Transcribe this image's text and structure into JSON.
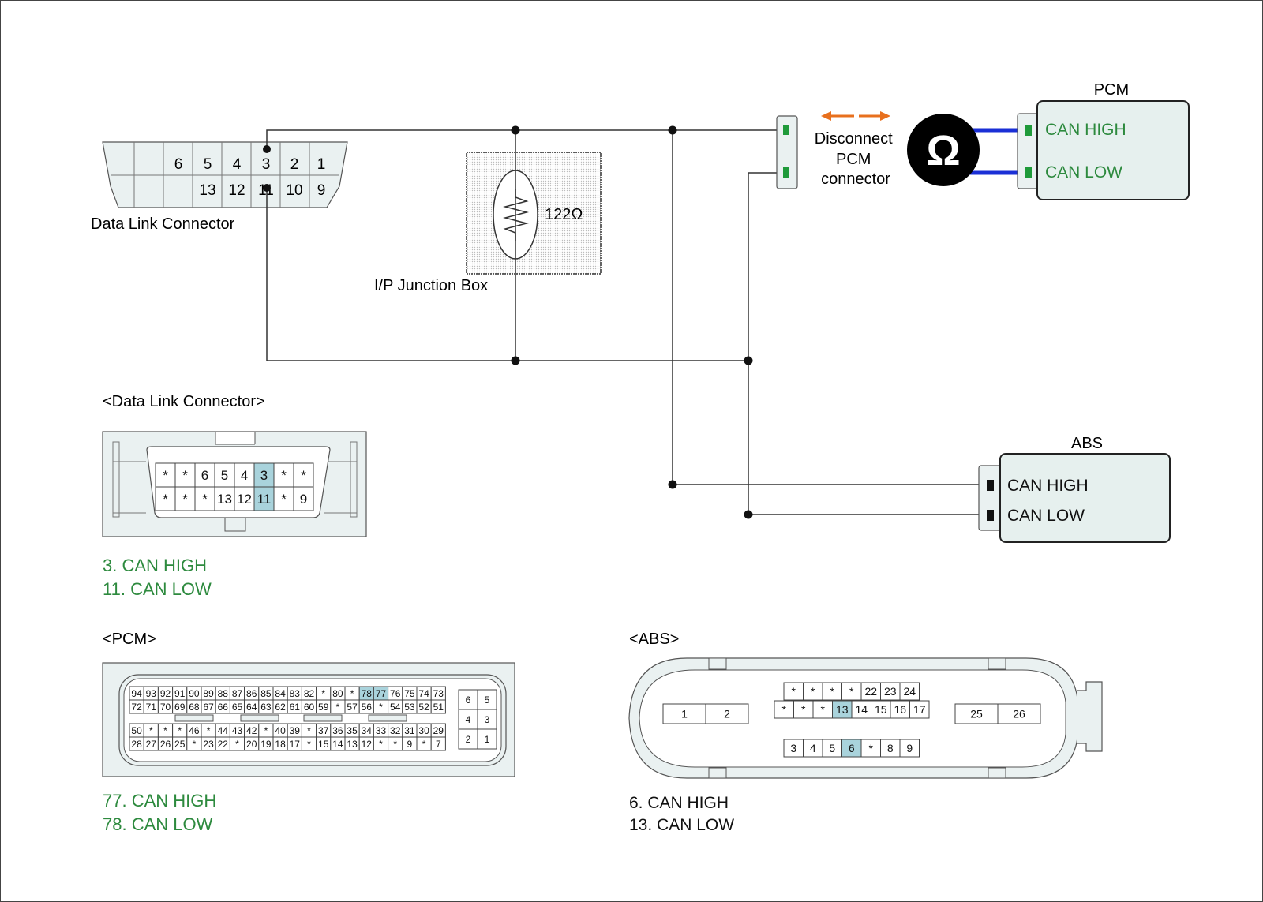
{
  "main_diagram": {
    "dlc_label": "Data Link Connector",
    "dlc_top_pins": [
      "6",
      "5",
      "4",
      "3",
      "2",
      "1"
    ],
    "dlc_bottom_pins": [
      "13",
      "12",
      "11",
      "10",
      "9"
    ],
    "junction_label": "I/P Junction Box",
    "resistor_label": "122Ω",
    "disconnect_label": [
      "Disconnect",
      "PCM",
      "connector"
    ],
    "ohm_symbol": "Ω",
    "pcm_title": "PCM",
    "pcm_pins": [
      "CAN HIGH",
      "CAN LOW"
    ],
    "abs_title": "ABS",
    "abs_pins": [
      "CAN HIGH",
      "CAN LOW"
    ]
  },
  "dlc_view": {
    "title": "<Data Link Connector>",
    "top_row": [
      "*",
      "*",
      "6",
      "5",
      "4",
      "3",
      "*",
      "*"
    ],
    "bottom_row": [
      "*",
      "*",
      "*",
      "13",
      "12",
      "11",
      "*",
      "9"
    ],
    "highlighted": [
      "3",
      "11"
    ],
    "legend": [
      "3. CAN HIGH",
      "11. CAN LOW"
    ]
  },
  "pcm_view": {
    "title": "<PCM>",
    "row1": [
      "94",
      "93",
      "92",
      "91",
      "90",
      "89",
      "88",
      "87",
      "86",
      "85",
      "84",
      "83",
      "82",
      "*",
      "80",
      "*",
      "78",
      "77",
      "76",
      "75",
      "74",
      "73"
    ],
    "row2": [
      "72",
      "71",
      "70",
      "69",
      "68",
      "67",
      "66",
      "65",
      "64",
      "63",
      "62",
      "61",
      "60",
      "59",
      "*",
      "57",
      "56",
      "*",
      "54",
      "53",
      "52",
      "51"
    ],
    "row3": [
      "50",
      "*",
      "*",
      "*",
      "46",
      "*",
      "44",
      "43",
      "42",
      "*",
      "40",
      "39",
      "*",
      "37",
      "36",
      "35",
      "34",
      "33",
      "32",
      "31",
      "30",
      "29"
    ],
    "row4": [
      "28",
      "27",
      "26",
      "25",
      "*",
      "23",
      "22",
      "*",
      "20",
      "19",
      "18",
      "17",
      "*",
      "15",
      "14",
      "13",
      "12",
      "*",
      "*",
      "9",
      "*",
      "7"
    ],
    "side_pins": [
      [
        "6",
        "5"
      ],
      [
        "4",
        "3"
      ],
      [
        "2",
        "1"
      ]
    ],
    "highlighted": [
      "78",
      "77"
    ],
    "legend": [
      "77. CAN HIGH",
      "78. CAN LOW"
    ]
  },
  "abs_view": {
    "title": "<ABS>",
    "row_a": [
      "*",
      "*",
      "*",
      "*",
      "22",
      "23",
      "24"
    ],
    "row_b": [
      "*",
      "*",
      "*",
      "13",
      "14",
      "15",
      "16",
      "17"
    ],
    "row_c": [
      "3",
      "4",
      "5",
      "6",
      "*",
      "8",
      "9"
    ],
    "left_pins": [
      "1",
      "2"
    ],
    "right_pins": [
      "25",
      "26"
    ],
    "highlighted": [
      "13",
      "6"
    ],
    "legend": [
      "6. CAN HIGH",
      "13. CAN LOW"
    ]
  },
  "colors": {
    "wire": "#333333",
    "highlight": "#a9d3dc",
    "box_fill": "#e6f0ee",
    "green_text": "#2d8a3e",
    "green_pin": "#1f9a3a",
    "blue_probe": "#1a2fd6",
    "arrow_orange": "#e8701e"
  }
}
